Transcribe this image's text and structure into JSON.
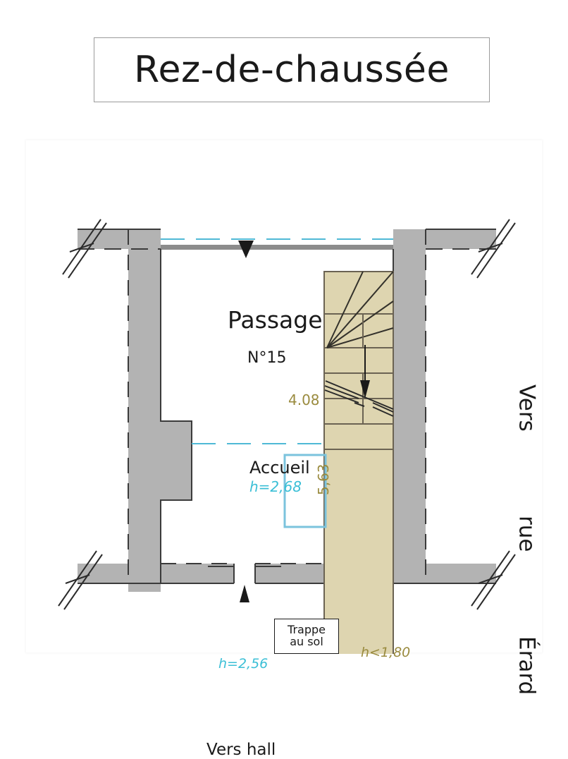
{
  "document": {
    "title": "Rez-de-chaussée",
    "type": "floor-plan",
    "language": "fr"
  },
  "plan": {
    "room_label": "Accueil",
    "room_height_note": "h=2,68",
    "secondary_height_note": "h=2,56",
    "stair_height_note": "h<1,80",
    "top_area_label": "Passage",
    "entrance_number": "N°15",
    "width_dimension": "4.08",
    "depth_dimension": "5,63",
    "bottom_exit_label": "Vers hall",
    "street_label_lines": [
      "Vers",
      "rue",
      "Érard"
    ],
    "trapdoor": {
      "line1": "Trappe",
      "line2": "au sol"
    },
    "icons": {
      "entrance_arrow": "down-arrow-icon",
      "exit_arrow": "up-arrow-icon",
      "stair_direction_arrow": "stair-down-arrow-icon",
      "break_mark": "break-line-icon"
    }
  },
  "colors": {
    "wall_fill": "#b3b3b3",
    "wall_outline": "#3b3b3b",
    "stair_fill": "#ded5b0",
    "stair_outline": "#6b6353",
    "dimension_text": "#9a8b3f",
    "height_text": "#3bbfd6",
    "dashed_cyan": "#3bbfd6",
    "trapdoor_outline": "#7bc3dd",
    "body_text": "#1a1a1a",
    "background": "#ffffff",
    "title_border": "#9b9b9b"
  }
}
